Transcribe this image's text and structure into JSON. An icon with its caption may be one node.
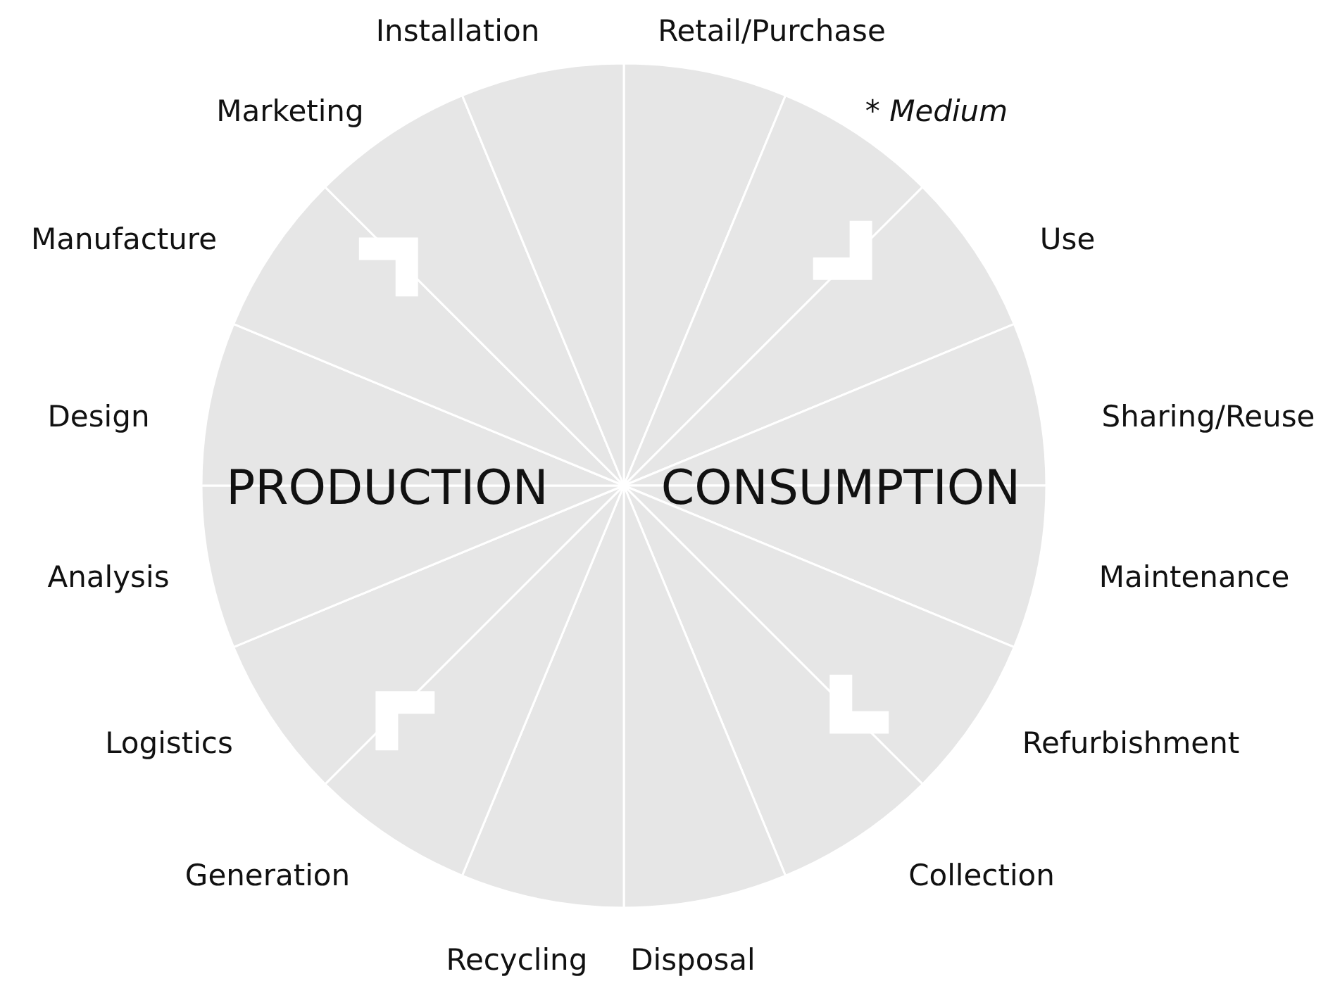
{
  "diagram": {
    "nodes": [
      {
        "text": [
          "Retail/Purchase"
        ]
      },
      {
        "text": [
          "* Medium"
        ]
      },
      {
        "text": [
          "Use"
        ]
      },
      {
        "text": [
          "Sharing/Reuse"
        ]
      },
      {
        "text": [
          "Maintenance"
        ]
      },
      {
        "text": [
          "Refurbishment"
        ]
      },
      {
        "text": [
          "Collection"
        ]
      },
      {
        "text": [
          "Disposal"
        ]
      },
      {
        "text": [
          "Recycling"
        ]
      },
      {
        "text": [
          "Generation"
        ]
      },
      {
        "text": [
          "Logistics"
        ]
      },
      {
        "text": [
          "Analysis"
        ]
      },
      {
        "text": [
          "Design"
        ]
      },
      {
        "text": [
          "Manufacture"
        ]
      },
      {
        "text": [
          "Marketing"
        ]
      },
      {
        "text": [
          "Installation"
        ]
      }
    ],
    "edges": [],
    "labels": [
      "PRODUCTION",
      "CONSUMPTION"
    ]
  }
}
